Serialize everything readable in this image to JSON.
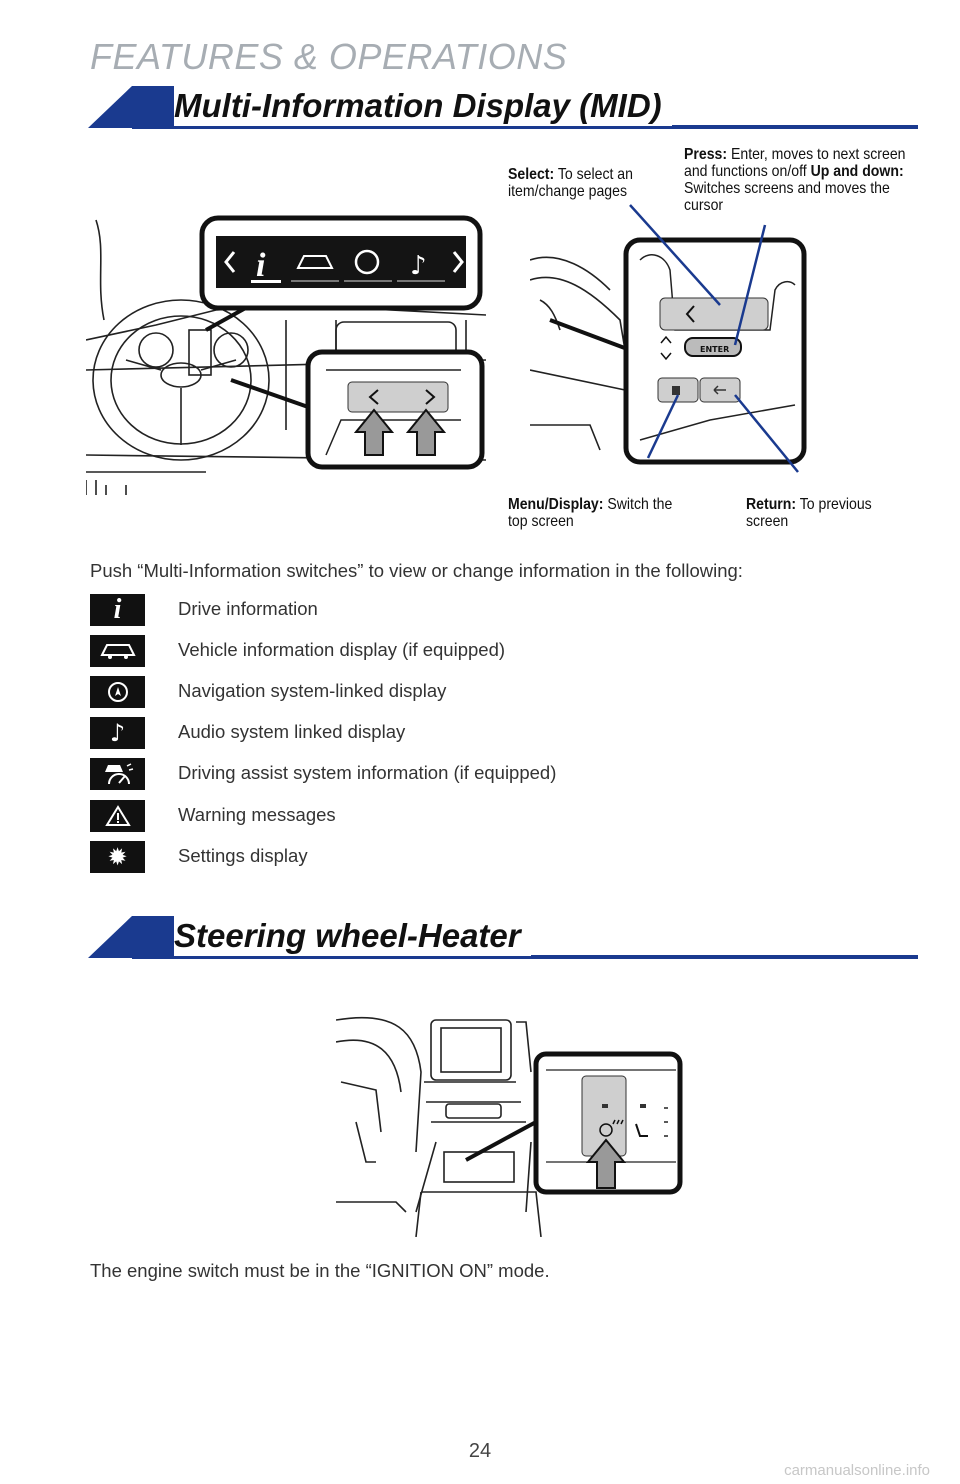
{
  "page": {
    "header": "FEATURES & OPERATIONS",
    "page_number": "24",
    "watermark": "carmanualsonline.info"
  },
  "mid_section": {
    "title": "Multi-Information Display (MID)",
    "callouts": {
      "select_bold": "Select:",
      "select_text": "To select an item/change pages",
      "press_bold": "Press:",
      "press_text": "Enter, moves to next screen and functions on/off",
      "updown_bold": "Up and down:",
      "updown_text": "Switches screens and moves the cursor",
      "menu_bold": "Menu/Display:",
      "menu_text": "Switch the top screen",
      "return_bold": "Return:",
      "return_text": "To previous screen"
    },
    "button_text": "ENTER",
    "intro": "Push “Multi-Information switches” to view or change information in the following:",
    "items": [
      {
        "icon": "info-icon",
        "label": "Drive information"
      },
      {
        "icon": "vehicle-icon",
        "label": "Vehicle information display (if equipped)"
      },
      {
        "icon": "navigation-icon",
        "label": "Navigation system-linked display"
      },
      {
        "icon": "music-note-icon",
        "label": "Audio system linked display"
      },
      {
        "icon": "driving-assist-icon",
        "label": "Driving assist system information (if equipped)"
      },
      {
        "icon": "warning-icon",
        "label": "Warning messages"
      },
      {
        "icon": "gear-icon",
        "label": "Settings display"
      }
    ]
  },
  "heater_section": {
    "title": "Steering wheel-Heater",
    "note": "The engine switch must be in the “IGNITION ON” mode."
  },
  "colors": {
    "accent_blue": "#1a3a8f",
    "header_gray": "#a7adb3"
  }
}
